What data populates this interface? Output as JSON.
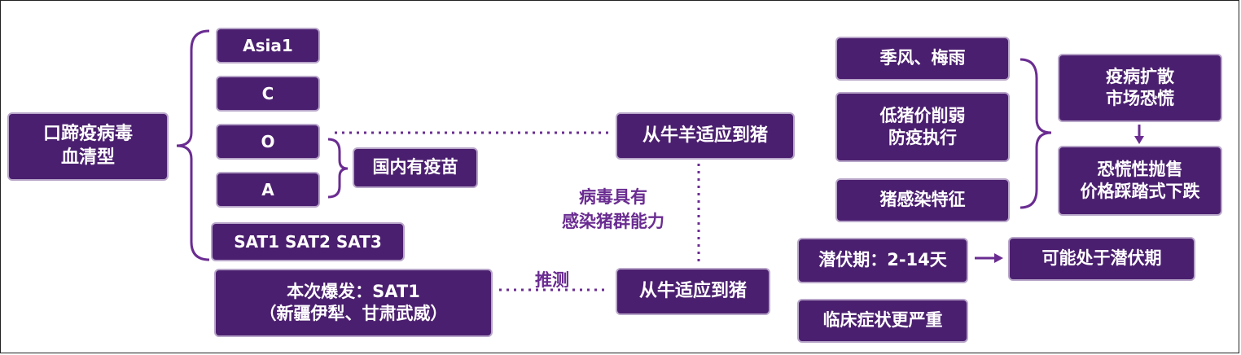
{
  "colors": {
    "box_fill": "#4b1f6f",
    "box_border": "#b8a6c9",
    "text": "#ffffff",
    "connector": "#6a2c91"
  },
  "left": {
    "root": "口蹄疫病毒\n血清型",
    "serotypes": [
      "Asia1",
      "C",
      "O",
      "A",
      "SAT1 SAT2 SAT3"
    ],
    "vaccine": "国内有疫苗",
    "outbreak": "本次爆发：SAT1\n（新疆伊犁、甘肃武威）"
  },
  "middle": {
    "sheep_to_pig": "从牛羊适应到猪",
    "virus_ability": "病毒具有\n感染猪群能力",
    "infer": "推测",
    "cattle_to_pig": "从牛适应到猪"
  },
  "right": {
    "factors": [
      "季风、梅雨",
      "低猪价削弱\n防疫执行",
      "猪感染特征"
    ],
    "spread": "疫病扩散\n市场恐慌",
    "panic_sell": "恐慌性抛售\n价格踩踏式下跌",
    "incubation": "潜伏期：2-14天",
    "maybe_incubation": "可能处于潜伏期",
    "clinical": "临床症状更严重"
  }
}
